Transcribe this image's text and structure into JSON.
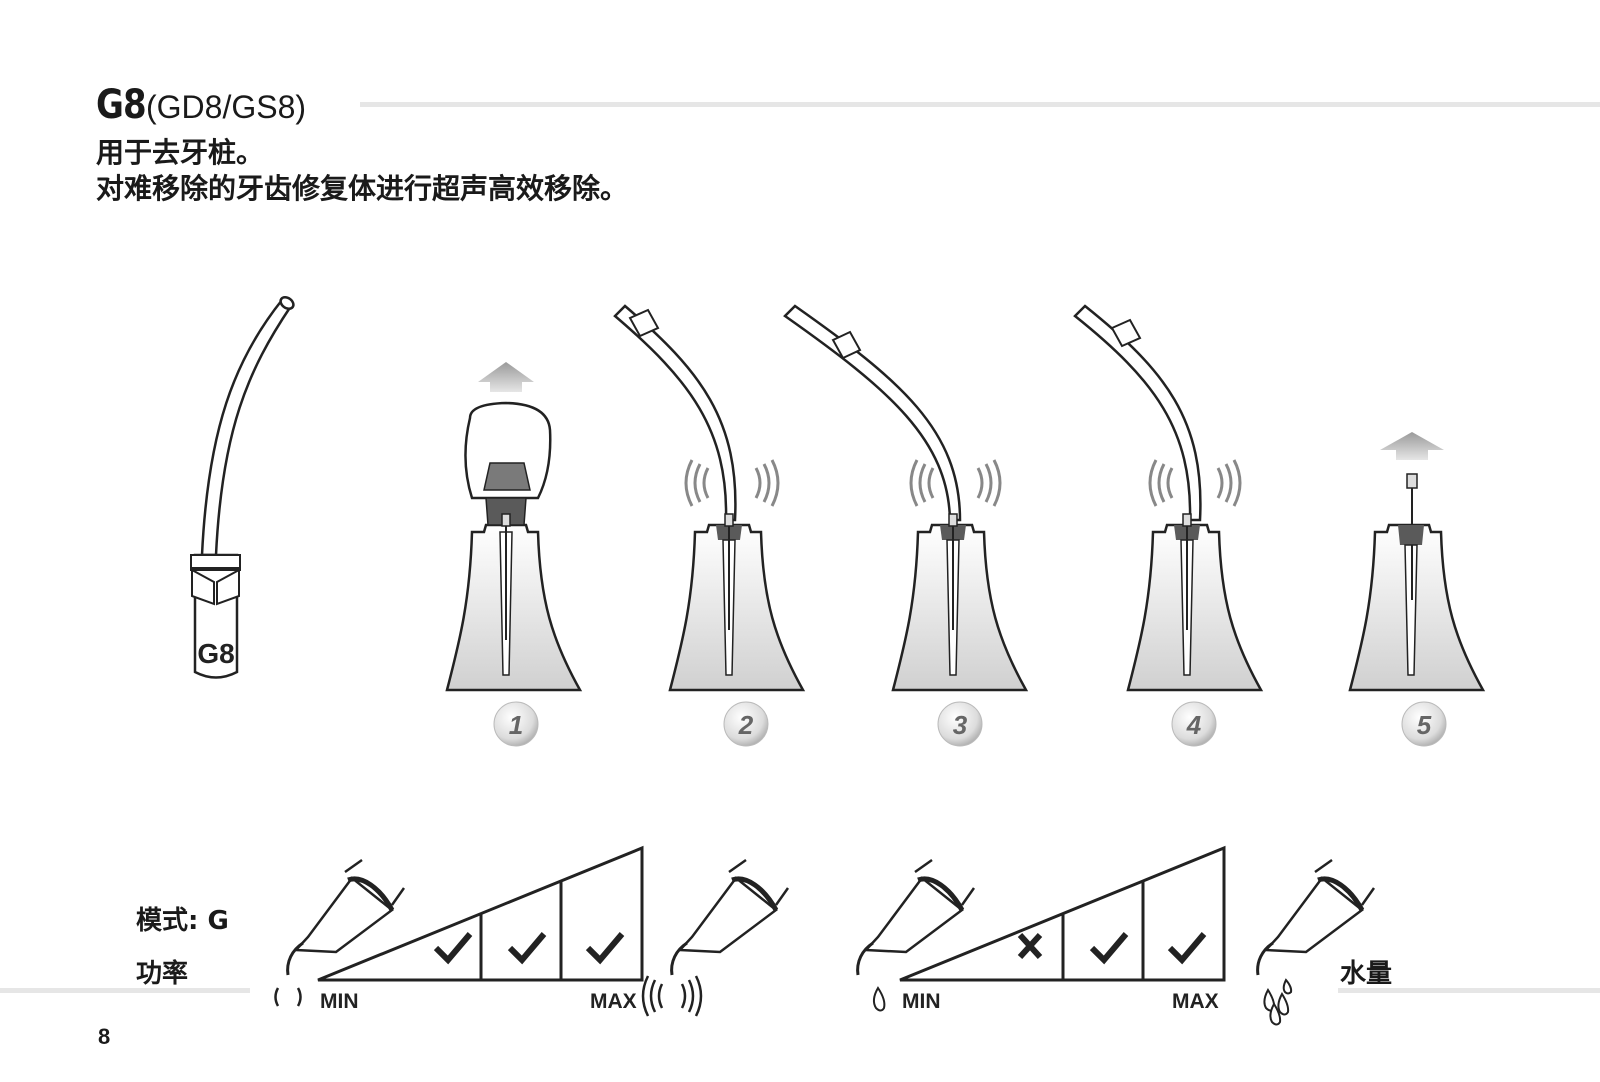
{
  "header": {
    "code": "G8",
    "variants": "(GD8/GS8)"
  },
  "description": {
    "line1": "用于去牙桩。",
    "line2": "对难移除的牙齿修复体进行超声高效移除。"
  },
  "tip": {
    "engraving": "G8"
  },
  "steps": [
    "1",
    "2",
    "3",
    "4",
    "5"
  ],
  "settings": {
    "mode_label": "模式: G",
    "power": {
      "label": "功率",
      "min_label": "MIN",
      "max_label": "MAX",
      "levels": [
        "check",
        "check",
        "check"
      ]
    },
    "water": {
      "label": "水量",
      "min_label": "MIN",
      "max_label": "MAX",
      "levels": [
        "cross",
        "check",
        "check"
      ]
    }
  },
  "page_number": "8"
}
